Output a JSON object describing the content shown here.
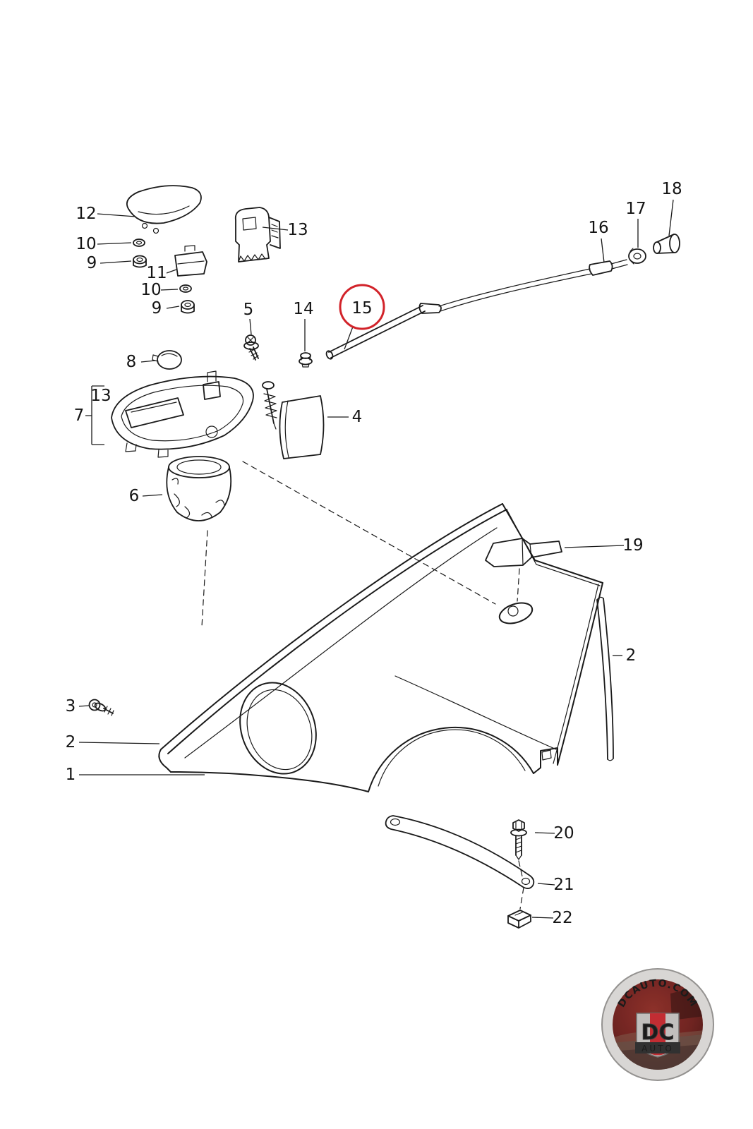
{
  "page": {
    "background": "#ffffff",
    "line_color": "#1a1a1a",
    "highlight_color": "#d2232a"
  },
  "diagram": {
    "type": "exploded-parts-diagram",
    "highlighted_part": "15",
    "labels": [
      {
        "text": "12"
      },
      {
        "text": "10"
      },
      {
        "text": "9"
      },
      {
        "text": "11"
      },
      {
        "text": "10"
      },
      {
        "text": "9"
      },
      {
        "text": "13"
      },
      {
        "text": "16"
      },
      {
        "text": "17"
      },
      {
        "text": "18"
      },
      {
        "text": "15"
      },
      {
        "text": "14"
      },
      {
        "text": "5"
      },
      {
        "text": "8"
      },
      {
        "text": "13"
      },
      {
        "text": "7"
      },
      {
        "text": "4"
      },
      {
        "text": "6"
      },
      {
        "text": "19"
      },
      {
        "text": "2"
      },
      {
        "text": "3"
      },
      {
        "text": "2"
      },
      {
        "text": "1"
      },
      {
        "text": "20"
      },
      {
        "text": "21"
      },
      {
        "text": "22"
      }
    ]
  },
  "watermark": {
    "site": "DCAUTO.COM",
    "brand": "DC",
    "brand_sub": "AUTO"
  }
}
